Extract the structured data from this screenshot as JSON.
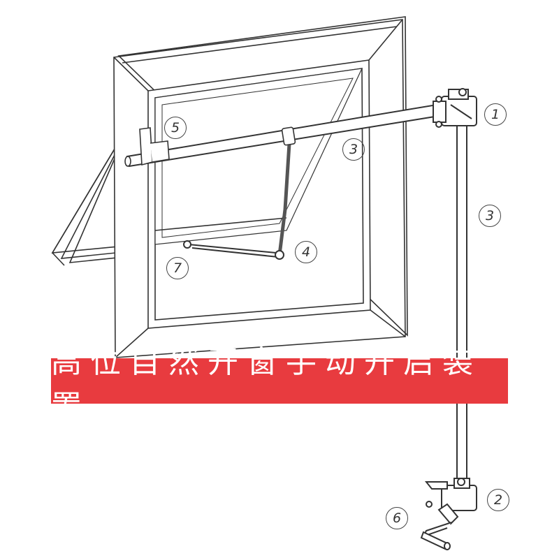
{
  "title": "高位自然开窗手动开启装置",
  "labels": {
    "p1": "1",
    "p2": "2",
    "p3a": "3",
    "p3b": "3",
    "p4": "4",
    "p5": "5",
    "p6": "6",
    "p7": "7"
  },
  "colors": {
    "banner": "#e83b3f",
    "line": "#333333"
  }
}
